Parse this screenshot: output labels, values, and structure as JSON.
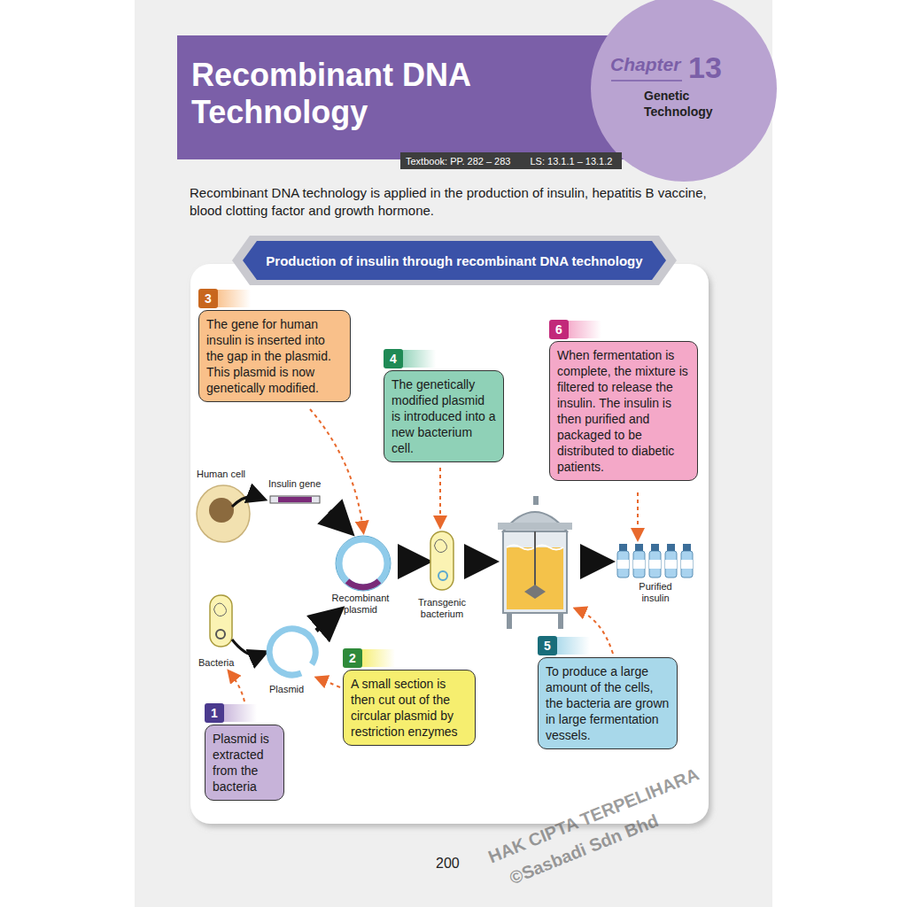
{
  "diagram": {
    "title": "Recombinant DNA Technology",
    "nodes": [
      {
        "text": [
          "Chapter",
          "13",
          "Genetic Technology"
        ]
      },
      {
        "text": [
          "Textbook: PP. 282 – 283",
          "LS: 13.1.1 – 13.1.2"
        ]
      },
      {
        "text": [
          "Production of insulin through recombinant DNA technology"
        ]
      },
      {
        "text": [
          "1",
          "Plasmid is extracted from the bacteria"
        ]
      },
      {
        "text": [
          "2",
          "A small section is then cut out of the circular plasmid by restriction enzymes"
        ]
      },
      {
        "text": [
          "3",
          "The gene for human insulin is inserted into the gap in the plasmid. This plasmid is now genetically modified."
        ]
      },
      {
        "text": [
          "4",
          "The genetically modified plasmid is introduced into a new bacterium cell."
        ]
      },
      {
        "text": [
          "5",
          "To produce a large amount of the cells, the bacteria are grown in large fermentation vessels."
        ]
      },
      {
        "text": [
          "6",
          "When fermentation is complete, the mixture is filtered to release the insulin. The insulin is then purified and packaged to be distributed to diabetic patients."
        ]
      }
    ],
    "labels": [
      "Recombinant DNA technology is applied in the production of insulin, hepatitis B vaccine, blood clotting factor and growth hormone.",
      "Human cell",
      "Insulin gene",
      "Recombinant plasmid",
      "Transgenic bacterium",
      "Bacteria",
      "Plasmid",
      "Purified insulin",
      "200",
      "HAK CIPTA TERPELIHARA",
      "©Sasbadi Sdn Bhd"
    ]
  }
}
